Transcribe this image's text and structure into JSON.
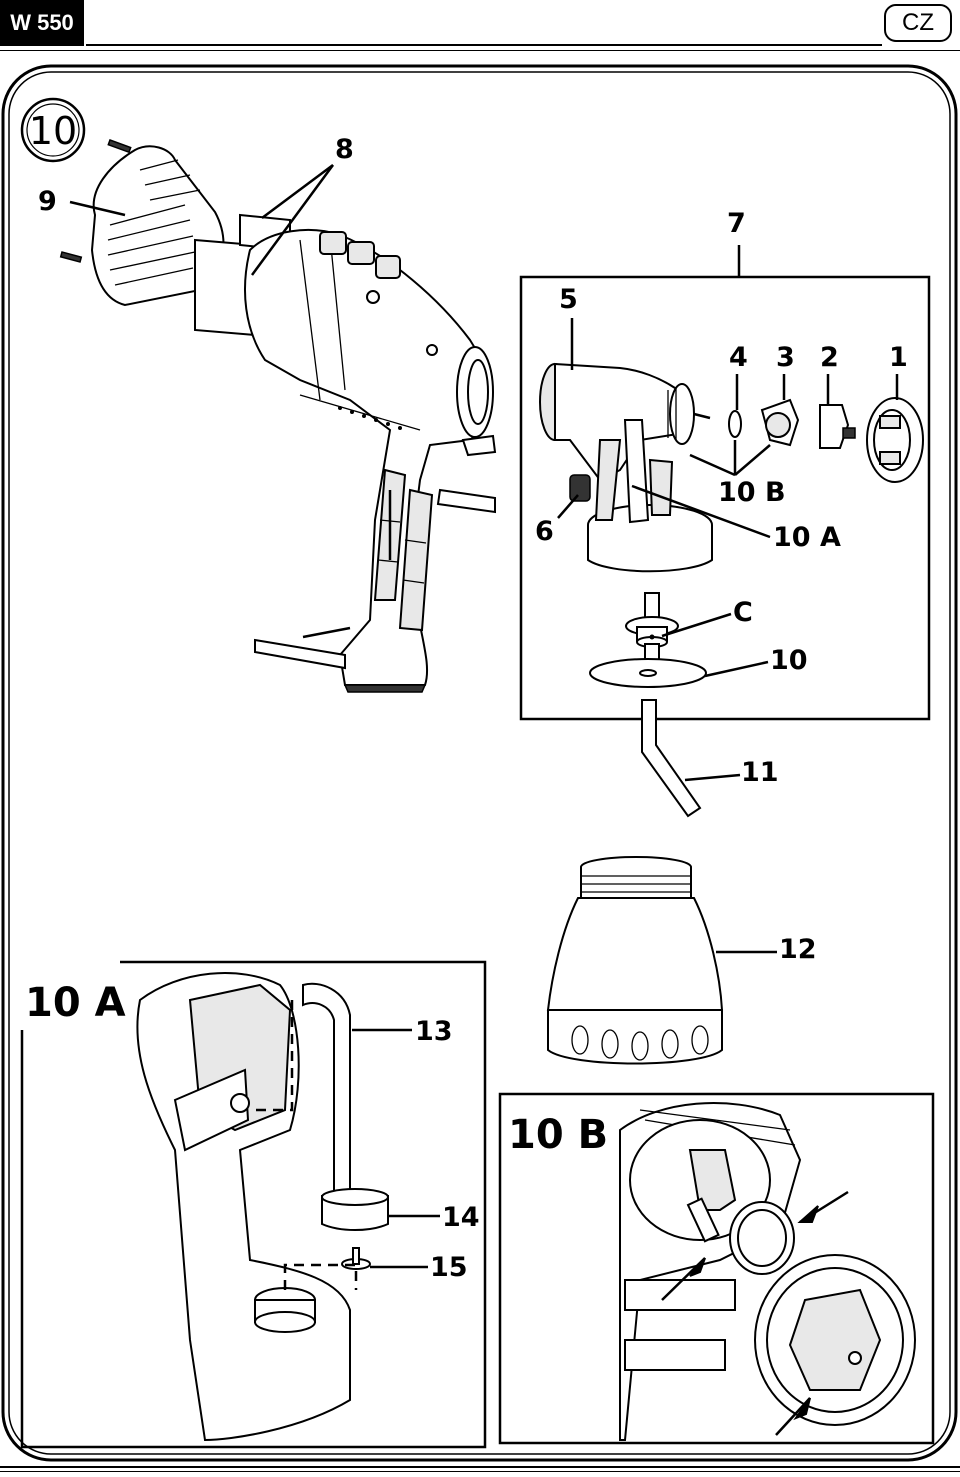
{
  "header": {
    "model": "W 550",
    "language": "CZ"
  },
  "figure": {
    "number": "10",
    "labels": {
      "l1": "1",
      "l2": "2",
      "l3": "3",
      "l4": "4",
      "l5": "5",
      "l6": "6",
      "l7": "7",
      "l8": "8",
      "l9": "9",
      "l10": "10",
      "l10a": "10 A",
      "l10b": "10 B",
      "l11": "11",
      "l12": "12",
      "l13": "13",
      "l14": "14",
      "l15": "15",
      "lc": "C"
    },
    "detail_10a_title": "10 A",
    "detail_10b_title": "10 B"
  }
}
